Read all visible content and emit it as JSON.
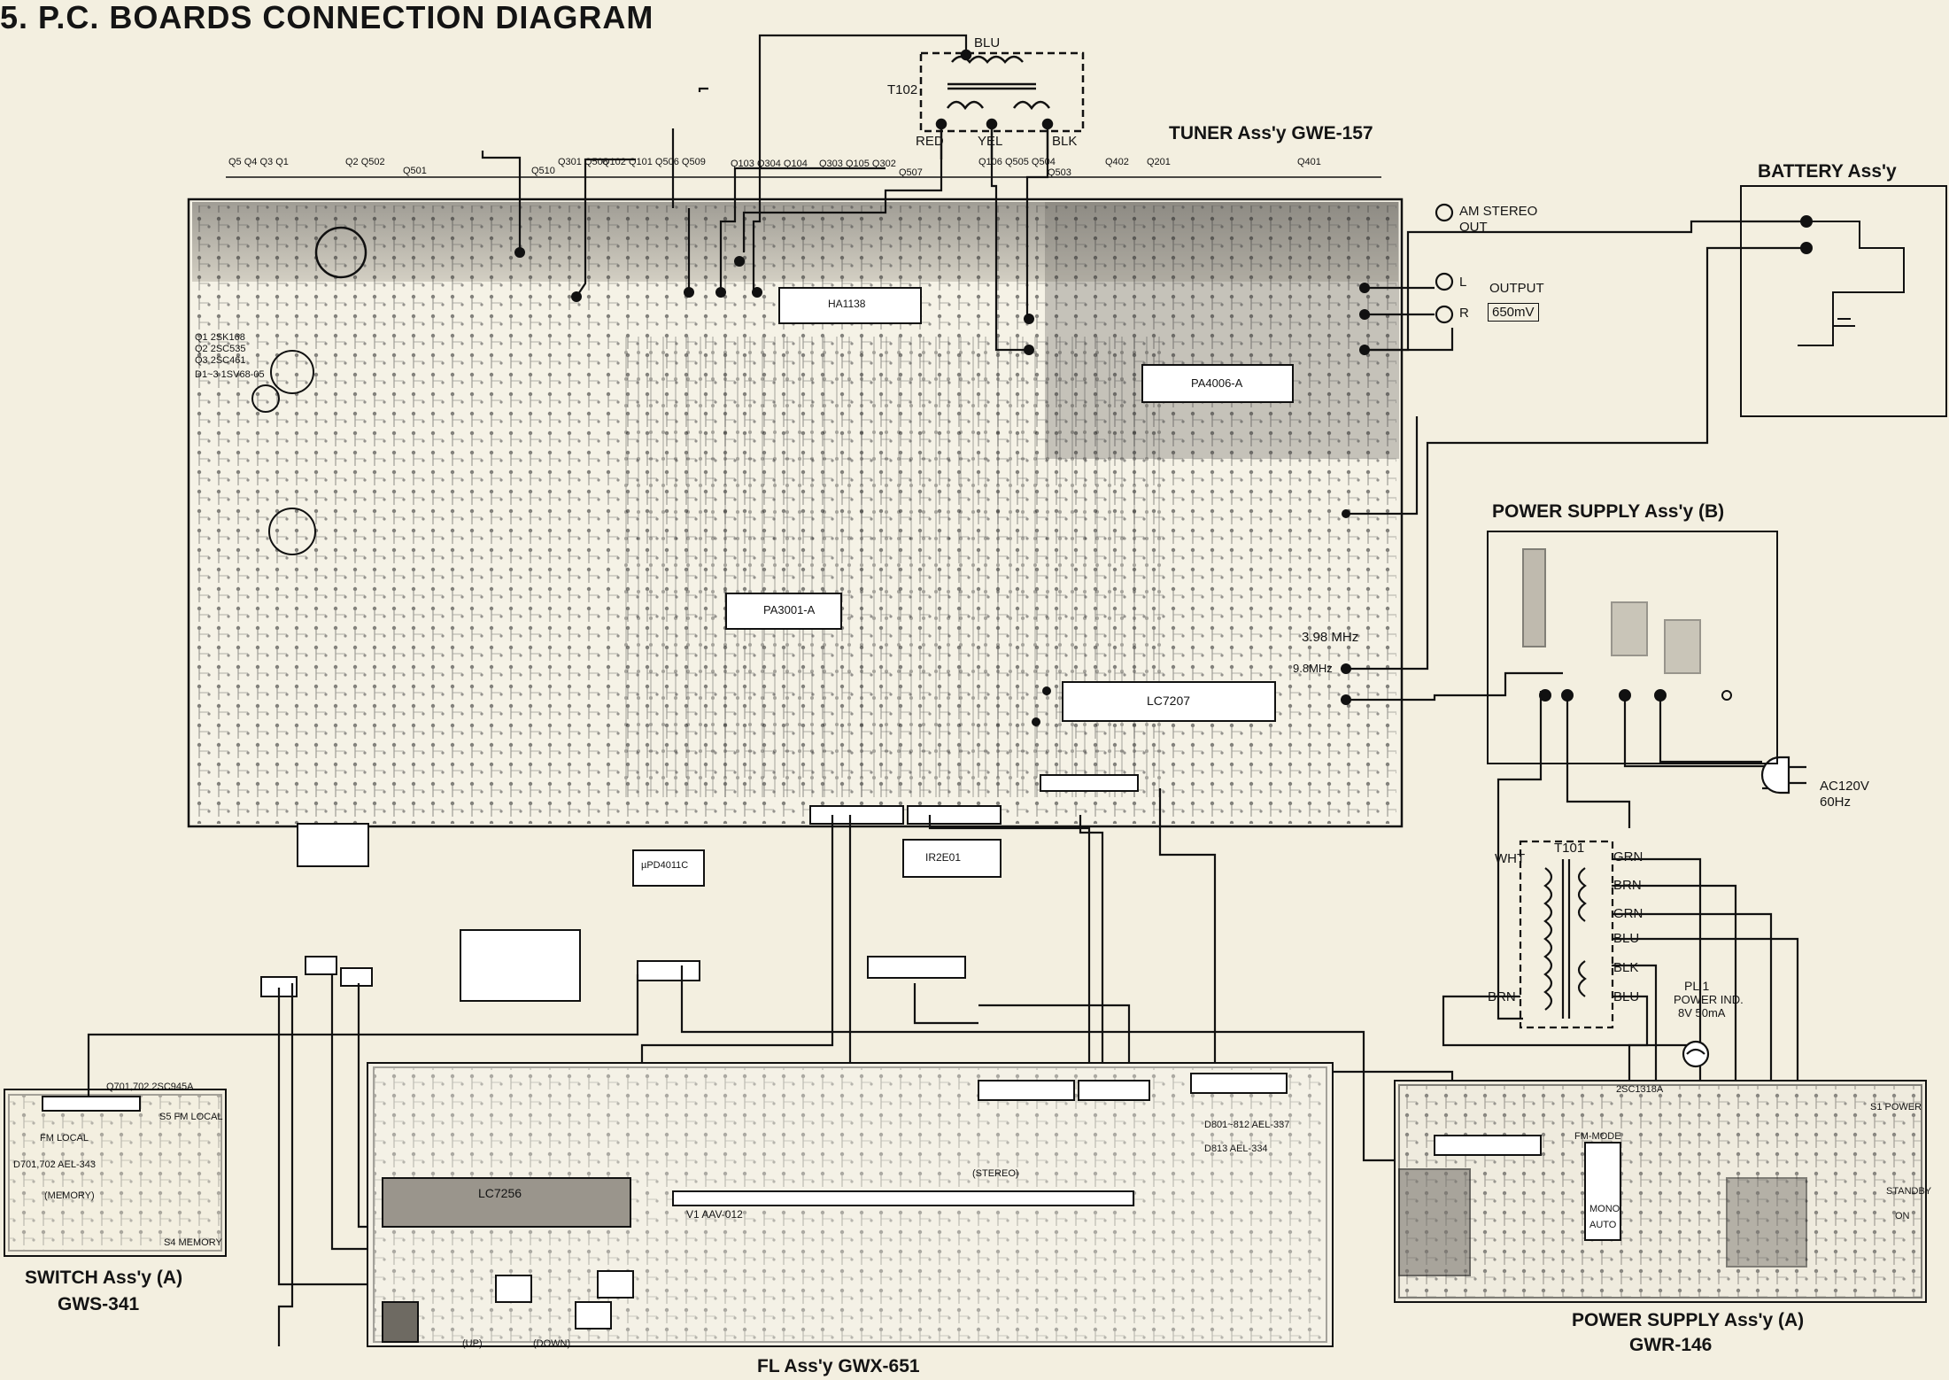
{
  "title": "5. P.C. BOARDS CONNECTION DIAGRAM",
  "assemblies": {
    "tuner": "TUNER Ass'y GWE-157",
    "battery": "BATTERY Ass'y",
    "psu_b": "POWER SUPPLY Ass'y (B)",
    "psu_a_name": "POWER SUPPLY Ass'y (A)",
    "psu_a_code": "GWR-146",
    "switch_name": "SWITCH Ass'y (A)",
    "switch_code": "GWS-341",
    "fl": "FL Ass'y GWX-651"
  },
  "transformer_t102": {
    "name": "T102",
    "blu": "BLU",
    "red": "RED",
    "yel": "YEL",
    "blk": "BLK"
  },
  "transformer_t101": {
    "name": "T101",
    "wht": "WHT",
    "brn": "BRN",
    "grn1": "GRN",
    "brn2": "BRN",
    "grn2": "GRN",
    "blu1": "BLU",
    "blk": "BLK",
    "blu2": "BLU"
  },
  "outputs": {
    "am_stereo": "AM STEREO",
    "am_out": "OUT",
    "output": "OUTPUT",
    "l": "L",
    "r": "R",
    "level": "650mV"
  },
  "ac_input": {
    "voltage": "AC120V",
    "freq": "60Hz"
  },
  "pilot_lamp": {
    "name": "PL 1",
    "desc": "POWER IND.",
    "rating": "8V 50mA"
  },
  "ic_labels": {
    "ha": "HA1138",
    "pa4006": "PA4006-A",
    "pa3001": "PA3001-A",
    "lc7207": "LC7207",
    "lc7256": "LC7256",
    "upd4011": "µPD4011C",
    "ir2e01": "IR2E01",
    "fl_tube": "V1 AAV-012"
  },
  "freq_label": "3.98 MHz",
  "freq2": "9.8MHz",
  "transistor_list": [
    "Q1 2SK168",
    "Q2 2SC535",
    "Q3 2SC461",
    "D1~3 1SV68-05"
  ],
  "switch_labels": {
    "q701": "Q701,702 2SC945A",
    "s5": "S5 FM LOCAL",
    "d701": "D701,702 AEL-343",
    "fm": "FM LOCAL",
    "mem": "(MEMORY)",
    "s4": "S4 MEMORY"
  },
  "psa_labels": {
    "q": "2SC1318A",
    "fm_mode": "FM-MODE",
    "mono": "MONO",
    "auto": "AUTO",
    "standby": "STANDBY",
    "on": "ON",
    "s1": "S1 POWER"
  },
  "fl_labels": {
    "d801": "D801~812 AEL-337",
    "d813": "D813 AEL-334",
    "stereo": "(STEREO)",
    "up": "(UP)",
    "down": "(DOWN)"
  },
  "top_strip": [
    "Q5 Q4 Q3 Q1",
    "Q2 Q502",
    "Q501",
    "Q510",
    "Q301 Q508",
    "Q102 Q101 Q506 Q509",
    "Q103 Q304 Q104",
    "Q303 Q105 Q302",
    "Q507",
    "Q106 Q505 Q504",
    "Q503",
    "Q402",
    "Q201",
    "Q401"
  ],
  "colors": {
    "paper": "#f3efe0",
    "ink": "#141414",
    "shade": "#7a7670"
  }
}
